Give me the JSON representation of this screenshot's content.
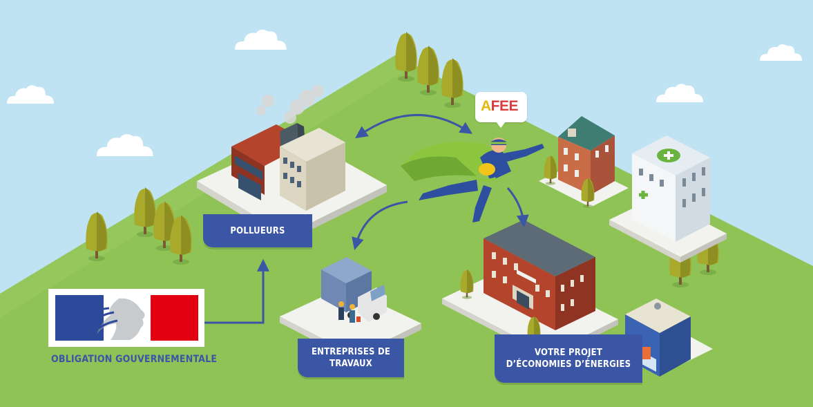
{
  "labels": {
    "pollueurs": [
      "POLLUEURS"
    ],
    "entreprises": [
      "ENTREPRISES DE",
      "TRAVAUX"
    ],
    "projet": [
      "VOTRE PROJET",
      "D’ÉCONOMIES D’ÉNERGIES"
    ],
    "government": "OBLIGATION GOUVERNEMENTALE"
  },
  "afee_logo": {
    "first_letter": "A",
    "rest": "FEE"
  },
  "colors": {
    "sky": "#bfe3f3",
    "hill": "#8fc356",
    "label_box": "#3a56a5",
    "arrow": "#3a56a5",
    "hero_cape": "#8cc63f",
    "brick": "#b5442d",
    "flag_blue": "#2d4a9a",
    "flag_red": "#e1000f"
  },
  "icons": [
    "factory-icon",
    "truck-icon",
    "workers-icon",
    "superhero-icon",
    "school-building-icon",
    "house-icon",
    "pharmacy-icon",
    "shop-icon",
    "tree-icon",
    "cloud-icon",
    "marianne-logo"
  ]
}
